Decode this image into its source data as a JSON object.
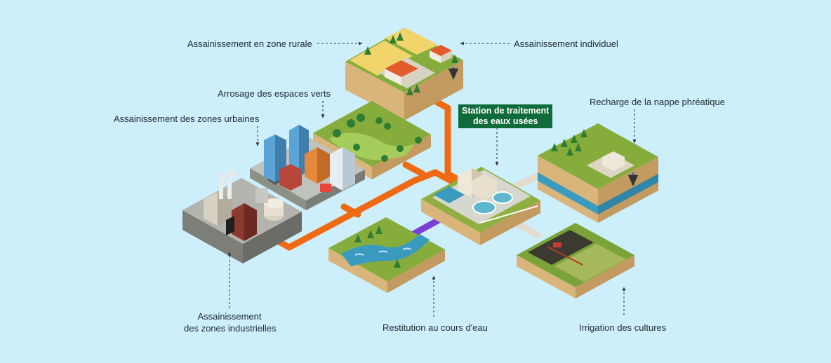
{
  "labels": {
    "rural": "Assainissement en zone rurale",
    "individual": "Assainissement individuel",
    "green_spaces": "Arrosage des espaces verts",
    "urban": "Assainissement des zones urbaines",
    "station_line1": "Station de traitement",
    "station_line2": "des eaux usées",
    "groundwater": "Recharge de la nappe phréatique",
    "industrial_line1": "Assainissement",
    "industrial_line2": "des zones industrielles",
    "river": "Restitution au cours d'eau",
    "irrigation": "Irrigation des cultures"
  },
  "colors": {
    "background": "#cdeefb",
    "wastewater_pipe": "#ef6a12",
    "treated_pipe": "#7a3ed6",
    "reuse_pipe": "#e2dccd",
    "station_badge": "#0f6b3a",
    "grass": "#7fa53a",
    "soil": "#c9a06a",
    "water": "#3a9bbf"
  }
}
